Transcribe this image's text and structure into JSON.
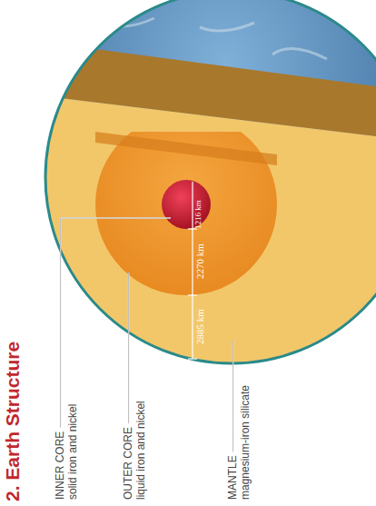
{
  "diagram": {
    "title": "2. Earth Structure",
    "labels": [
      "INNER CORE",
      "solid iron and nickel",
      "OUTER CORE",
      "liquid iron and nickel",
      "MANTLE",
      "magnesium-iron silicate",
      "1216 km",
      "2270 km",
      "2885 km"
    ]
  }
}
